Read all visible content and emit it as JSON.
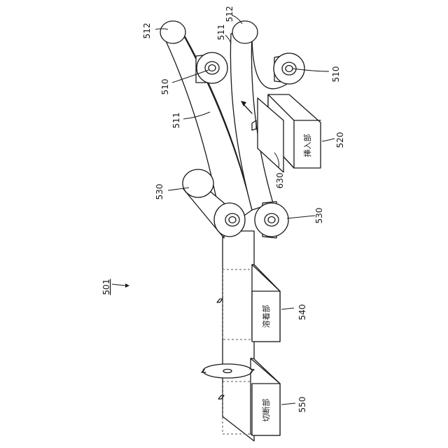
{
  "figure": {
    "ref_501": "501",
    "belts": {
      "belt_ref": "511",
      "outer_ref": "512"
    },
    "rollers": {
      "upper_ref": "510",
      "nip_ref": "530"
    },
    "card_ref": "630",
    "units": [
      {
        "id": "insert",
        "ref": "520",
        "label": "挿入部"
      },
      {
        "id": "weld",
        "ref": "540",
        "label": "溶着部"
      },
      {
        "id": "cut",
        "ref": "550",
        "label": "切断部"
      }
    ]
  }
}
